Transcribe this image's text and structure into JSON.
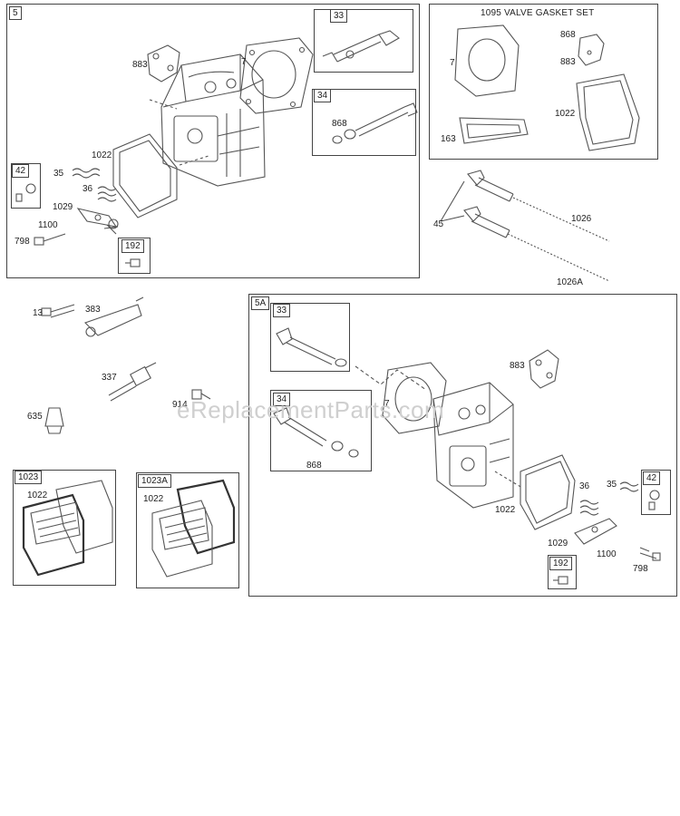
{
  "watermark": "eReplacementParts.com",
  "diagram": {
    "group_5": {
      "tag": "5",
      "sub_33": "33",
      "sub_34": "34",
      "sub_42": "42",
      "sub_192": "192",
      "labels": {
        "p883": "883",
        "p7": "7",
        "p868": "868",
        "p1022": "1022",
        "p35": "35",
        "p36": "36",
        "p1029": "1029",
        "p1100": "1100",
        "p798": "798"
      }
    },
    "valve_gasket_set": {
      "title": "1095 VALVE GASKET SET",
      "labels": {
        "p7": "7",
        "p868": "868",
        "p883": "883",
        "p1022": "1022",
        "p163": "163"
      }
    },
    "pushrods": {
      "labels": {
        "p45": "45",
        "p1026": "1026",
        "p1026a": "1026A"
      }
    },
    "loose_parts": {
      "labels": {
        "p13": "13",
        "p383": "383",
        "p337": "337",
        "p914": "914",
        "p635": "635"
      }
    },
    "group_1023": {
      "tag": "1023",
      "label_1022": "1022"
    },
    "group_1023a": {
      "tag": "1023A",
      "label_1022": "1022"
    },
    "group_5a": {
      "tag": "5A",
      "sub_33": "33",
      "sub_34": "34",
      "sub_42": "42",
      "sub_192": "192",
      "labels": {
        "p883": "883",
        "p7": "7",
        "p868": "868",
        "p1022": "1022",
        "p36": "36",
        "p35": "35",
        "p1029": "1029",
        "p1100": "1100",
        "p798": "798"
      }
    }
  },
  "icons": [
    "cylinder-head-icon",
    "valve-icon",
    "gasket-icon",
    "spring-icon",
    "retainer-icon",
    "bolt-icon",
    "breather-cover-icon",
    "pushrod-icon",
    "spark-plug-icon",
    "rocker-arm-icon"
  ]
}
